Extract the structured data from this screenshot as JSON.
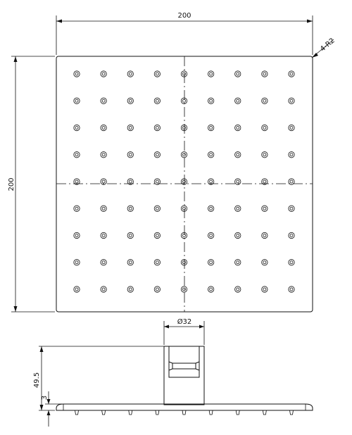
{
  "dimensions": {
    "width": "200",
    "height": "200",
    "corner_radius": "4-R2",
    "stem_diameter": "Ø32",
    "total_height": "49.5",
    "plate_thickness": "3"
  },
  "nozzle_grid": {
    "rows": 9,
    "columns": 9
  },
  "colors": {
    "line": "#111111",
    "background": "#ffffff"
  }
}
